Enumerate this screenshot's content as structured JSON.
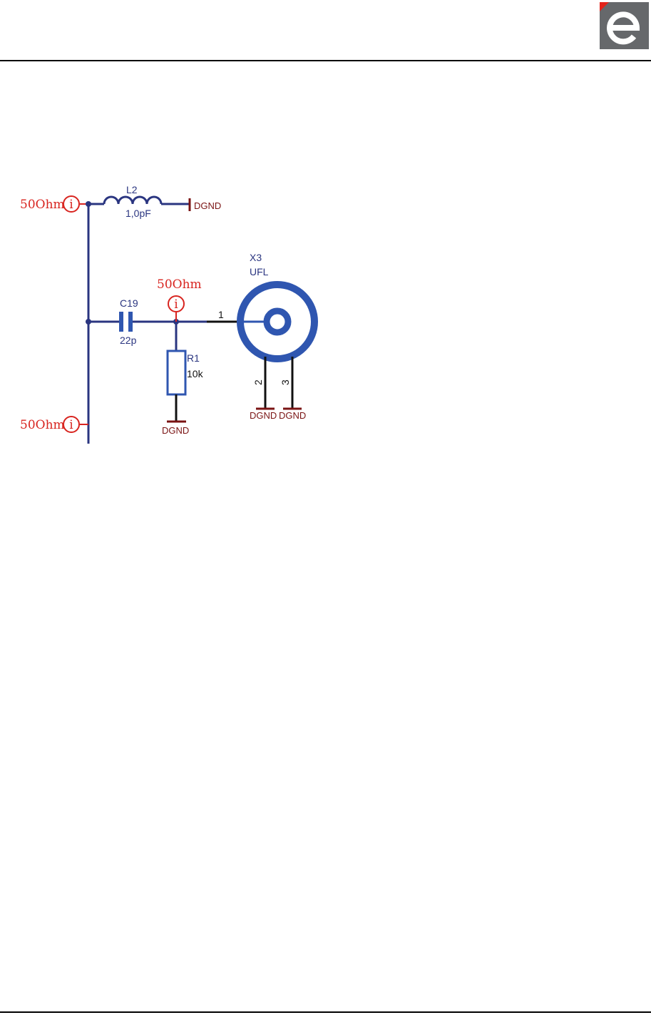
{
  "colors": {
    "wire": "#2a3580",
    "component": "#2f56b0",
    "ground": "#7a1313",
    "annotation": "#d8241f",
    "logo_bg": "#66686b",
    "logo_corner": "#e2231a"
  },
  "header": {
    "logo_icon": "e-logo-icon"
  },
  "schematic": {
    "ports": [
      {
        "label": "50Ohm",
        "icon": "i",
        "icon_name": "info-icon"
      },
      {
        "label": "50Ohm",
        "icon": "i",
        "icon_name": "info-icon"
      },
      {
        "label": "50Ohm",
        "icon": "i",
        "icon_name": "info-icon"
      }
    ],
    "inductor": {
      "ref": "L2",
      "value": "1,0pF"
    },
    "capacitor": {
      "ref": "C19",
      "value": "22p"
    },
    "resistor": {
      "ref": "R1",
      "value": "10k"
    },
    "connector": {
      "ref": "X3",
      "type": "UFL",
      "pins": [
        "1",
        "2",
        "3"
      ]
    },
    "grounds": [
      "DGND",
      "DGND",
      "DGND",
      "DGND"
    ]
  }
}
